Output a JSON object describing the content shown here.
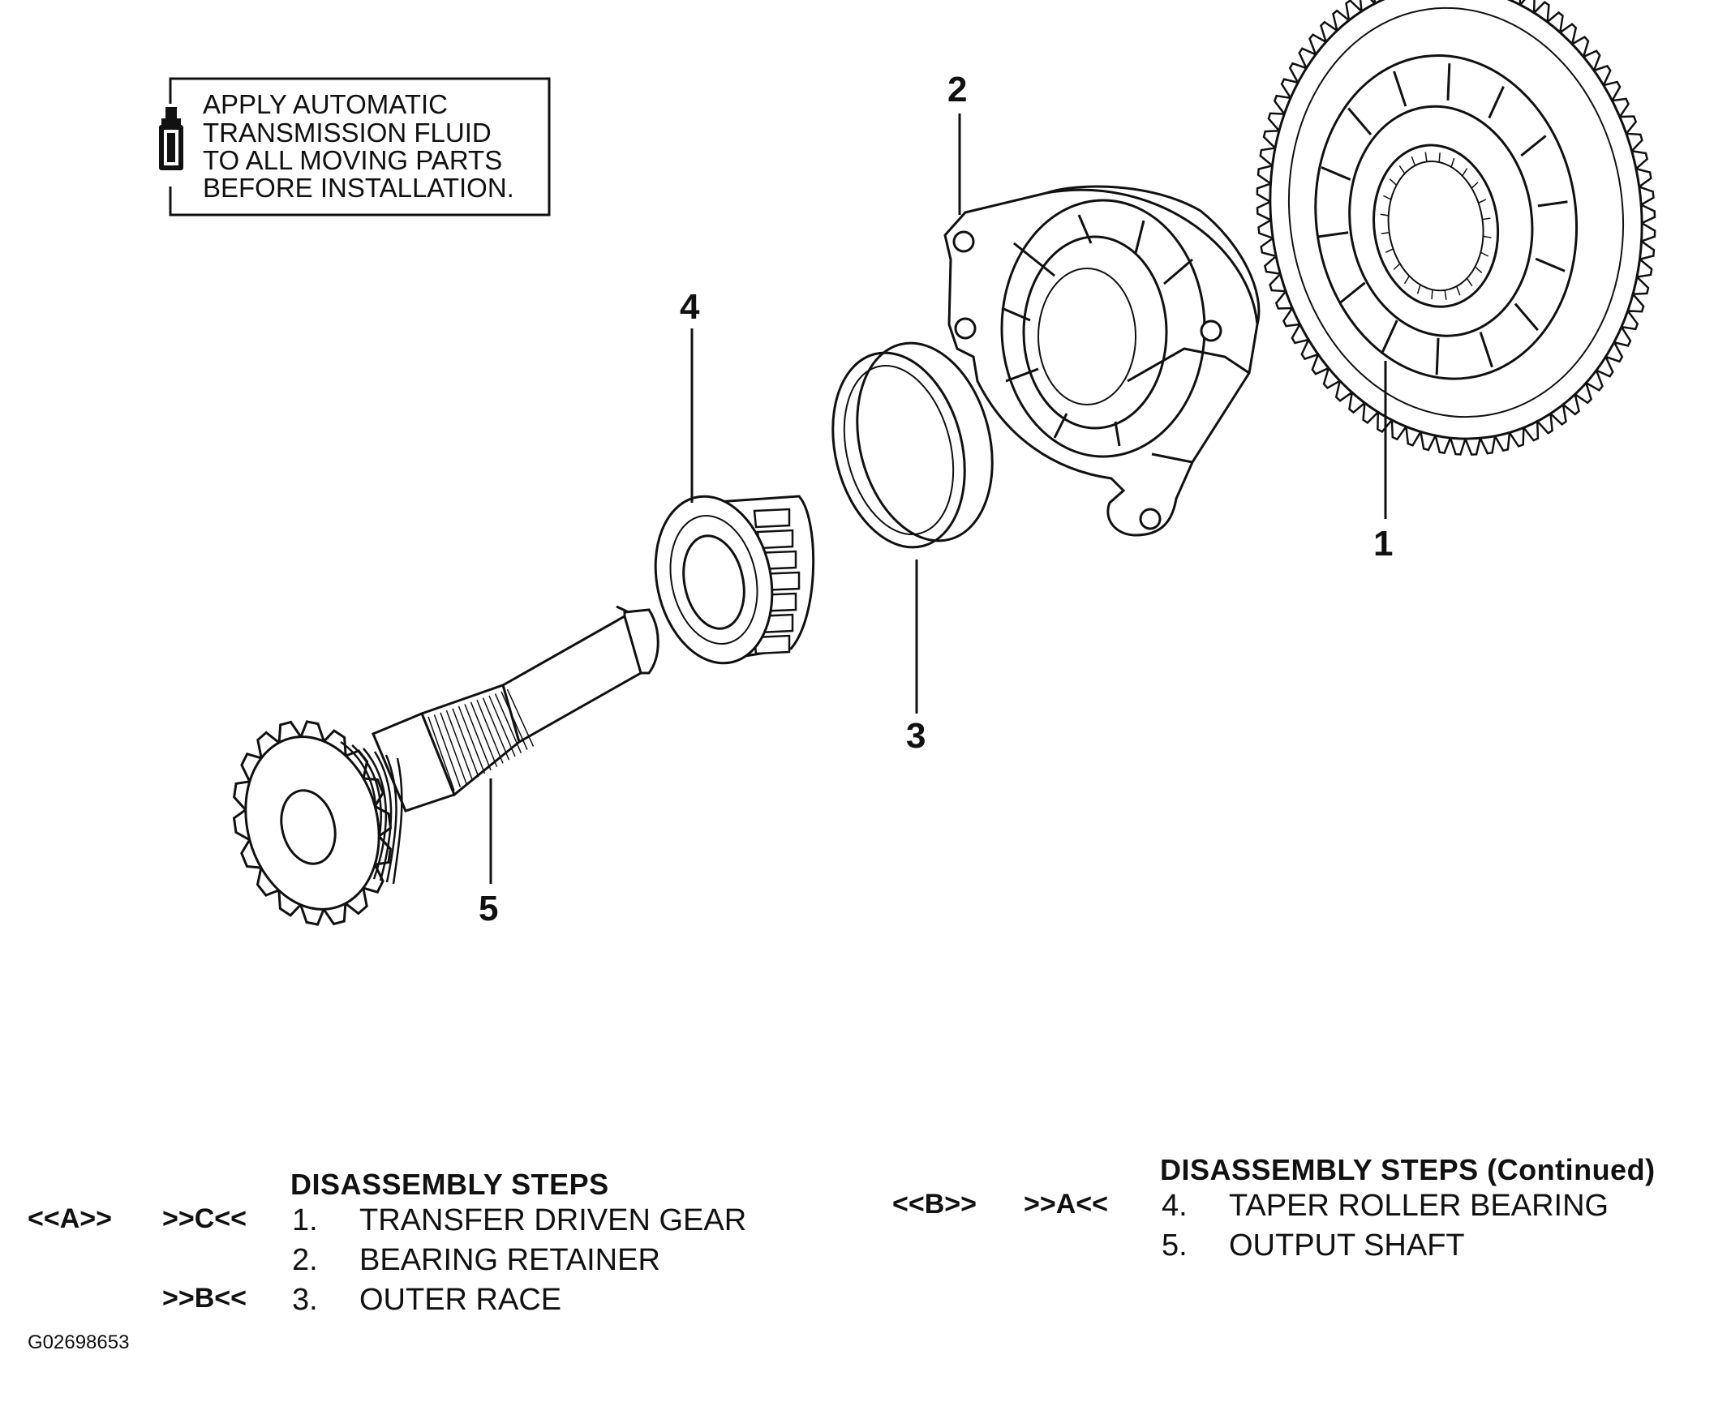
{
  "note": {
    "icon": "fluid-bottle-icon",
    "lines": [
      "APPLY AUTOMATIC",
      "TRANSMISSION FLUID",
      "TO ALL MOVING PARTS",
      "BEFORE INSTALLATION."
    ]
  },
  "callouts": [
    "1",
    "2",
    "3",
    "4",
    "5"
  ],
  "steps_left": {
    "title": "DISASSEMBLY STEPS",
    "rows": [
      {
        "removal_ref": "<<A>>",
        "install_ref": ">>C<<",
        "num": "1.",
        "name": "TRANSFER DRIVEN GEAR"
      },
      {
        "removal_ref": "",
        "install_ref": "",
        "num": "2.",
        "name": "BEARING RETAINER"
      },
      {
        "removal_ref": "",
        "install_ref": ">>B<<",
        "num": "3.",
        "name": "OUTER RACE"
      }
    ]
  },
  "steps_right": {
    "title": "DISASSEMBLY STEPS (Continued)",
    "rows": [
      {
        "removal_ref": "<<B>>",
        "install_ref": ">>A<<",
        "num": "4.",
        "name": "TAPER ROLLER BEARING"
      },
      {
        "removal_ref": "",
        "install_ref": "",
        "num": "5.",
        "name": "OUTPUT SHAFT"
      }
    ]
  },
  "figure_code": "G02698653"
}
